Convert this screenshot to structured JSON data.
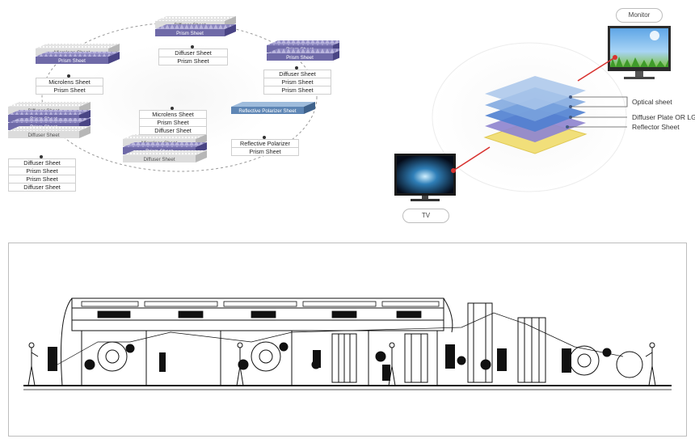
{
  "stack_diagram": {
    "stacks": [
      {
        "id": "top",
        "layers": [
          "Diffuser Sheet",
          "Prism Sheet"
        ],
        "legend": [
          "Diffuser Sheet",
          "Prism Sheet"
        ]
      },
      {
        "id": "upper-left",
        "layers": [
          "Microlens Sheet",
          "Prism Sheet"
        ],
        "legend": [
          "Microlens Sheet",
          "Prism Sheet"
        ]
      },
      {
        "id": "upper-right",
        "layers": [
          "Prism Sheet",
          "Prism Sheet"
        ],
        "legend": [
          "Diffuser Sheet",
          "Prism Sheet",
          "Prism Sheet"
        ]
      },
      {
        "id": "left",
        "layers": [
          "Diffuser Sheet",
          "Prism Sheet",
          "Prism Sheet",
          "Diffuser Sheet"
        ],
        "legend": [
          "Diffuser Sheet",
          "Prism Sheet",
          "Prism Sheet",
          "Diffuser Sheet"
        ]
      },
      {
        "id": "bottom-middle",
        "layers": [
          "Microlens Sheet",
          "Prism Sheet",
          "Diffuser Sheet"
        ],
        "legend": [
          "Microlens Sheet",
          "Prism Sheet",
          "Diffuser Sheet"
        ]
      },
      {
        "id": "right",
        "layers": [
          "Reflective Polarizer Sheet"
        ],
        "legend": [
          "Reflective Polarizer",
          "Prism Sheet"
        ]
      }
    ]
  },
  "display_diagram": {
    "monitor_label": "Monitor",
    "tv_label": "TV",
    "callouts": [
      "Optical sheet",
      "Diffuser Plate OR LGP",
      "Reflector Sheet"
    ]
  },
  "colors": {
    "prism": "#6f6aa8",
    "prism_dark": "#4a4585",
    "diffuser": "#dcdcdc",
    "polarizer": "#5e86b5",
    "reflector": "#f1df7a",
    "accent_red": "#d8322f"
  }
}
